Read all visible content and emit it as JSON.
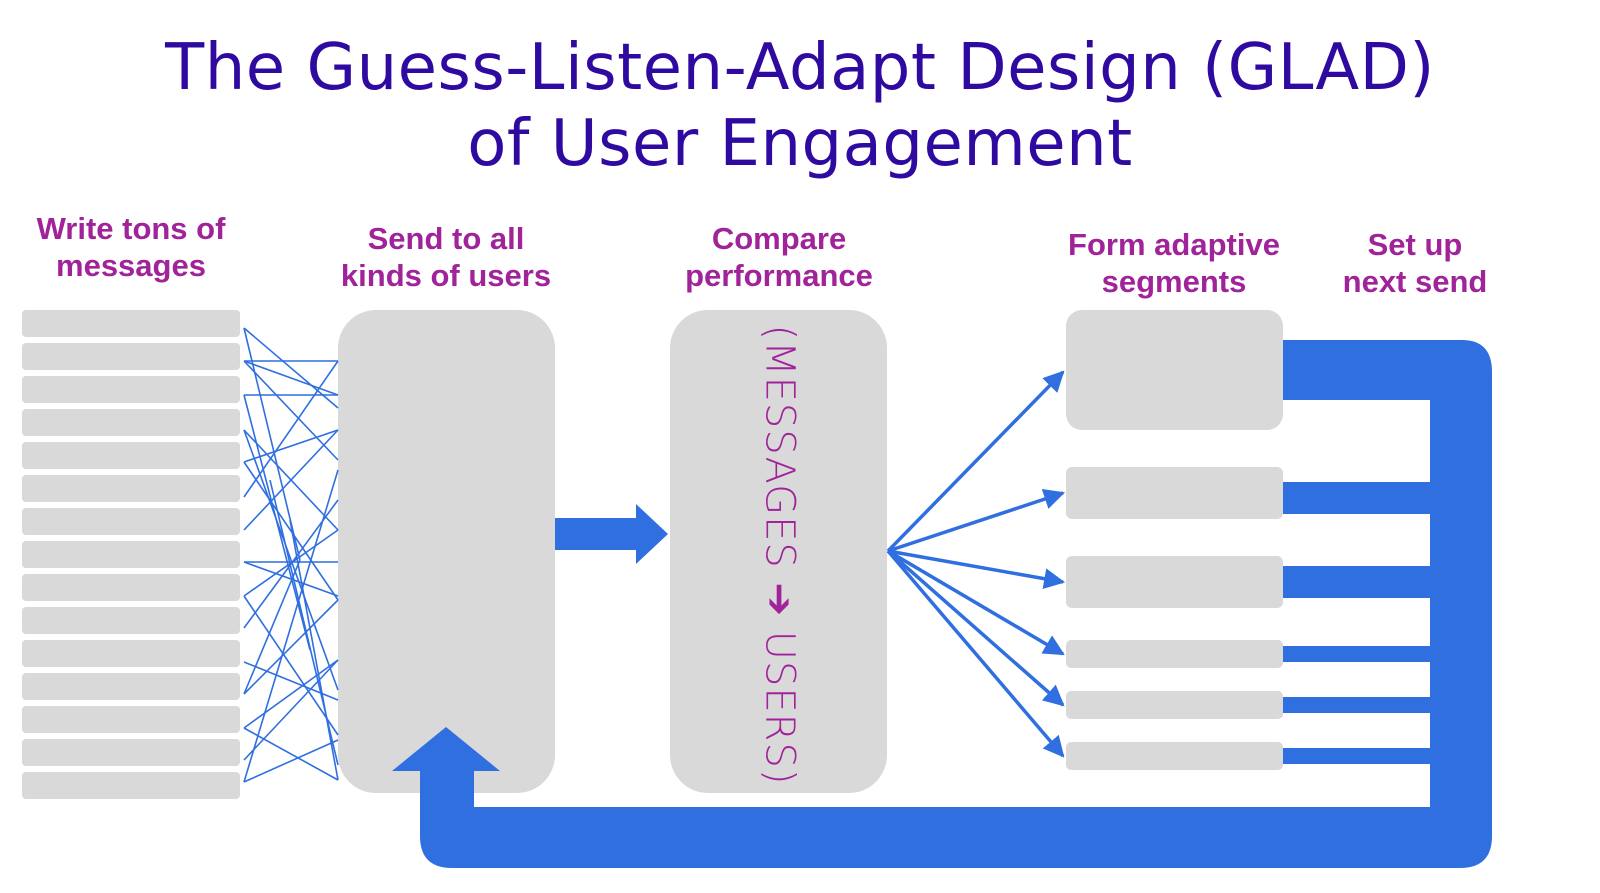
{
  "title": {
    "line1": "The Guess-Listen-Adapt Design (GLAD)",
    "line2": "of User Engagement"
  },
  "steps": [
    {
      "line1": "Write tons of",
      "line2": "messages"
    },
    {
      "line1": "Send to all",
      "line2": "kinds of users"
    },
    {
      "line1": "Compare",
      "line2": "performance"
    },
    {
      "line1": "Form adaptive",
      "line2": "segments"
    },
    {
      "line1": "Set up",
      "line2": "next send"
    }
  ],
  "compare_box_text": "(MESSAGES ➔ USERS)",
  "message_count": 15,
  "segment_count": 6,
  "colors": {
    "title": "#2f0aa0",
    "label": "#a0239a",
    "box": "#d9d9d9",
    "arrow": "#2f6fe0"
  }
}
